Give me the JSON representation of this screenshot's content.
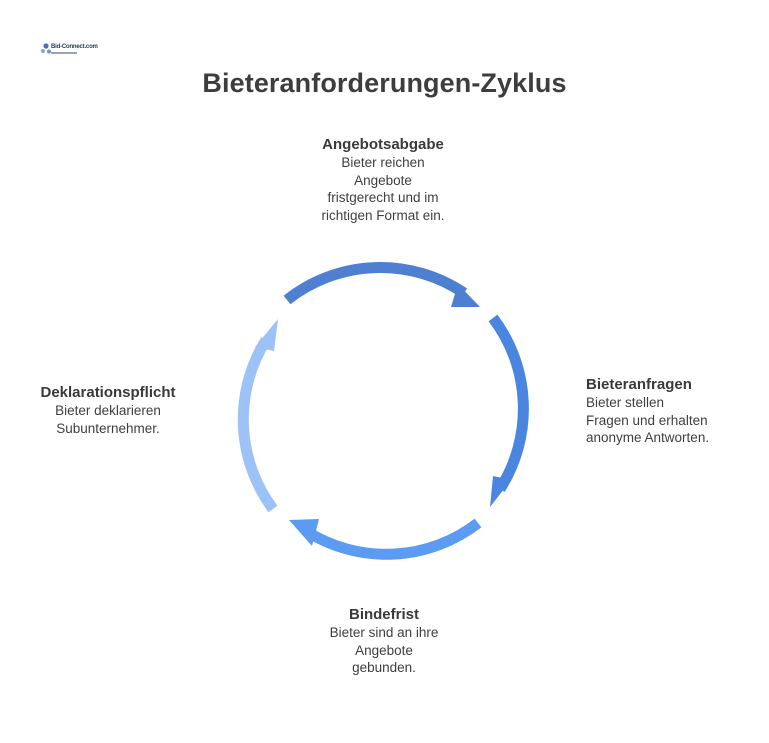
{
  "logo": {
    "text": "Bid-Connect.com"
  },
  "title": "Bieteranforderungen-Zyklus",
  "colors": {
    "arrow_top": "#4f7fd0",
    "arrow_right": "#4a86e0",
    "arrow_bottom": "#5b9bf2",
    "arrow_left": "#9cc2f7",
    "text": "#3f3f3f"
  },
  "steps": [
    {
      "heading": "Angebotsabgabe",
      "description": "Bieter reichen\nAngebote\nfristgerecht und im\nrichtigen Format ein."
    },
    {
      "heading": "Bieteranfragen",
      "description": "Bieter stellen\nFragen und erhalten\nanonyme Antworten."
    },
    {
      "heading": "Bindefrist",
      "description": "Bieter sind an ihre\nAngebote\ngebunden."
    },
    {
      "heading": "Deklarationspflicht",
      "description": "Bieter deklarieren\nSubunternehmer."
    }
  ]
}
